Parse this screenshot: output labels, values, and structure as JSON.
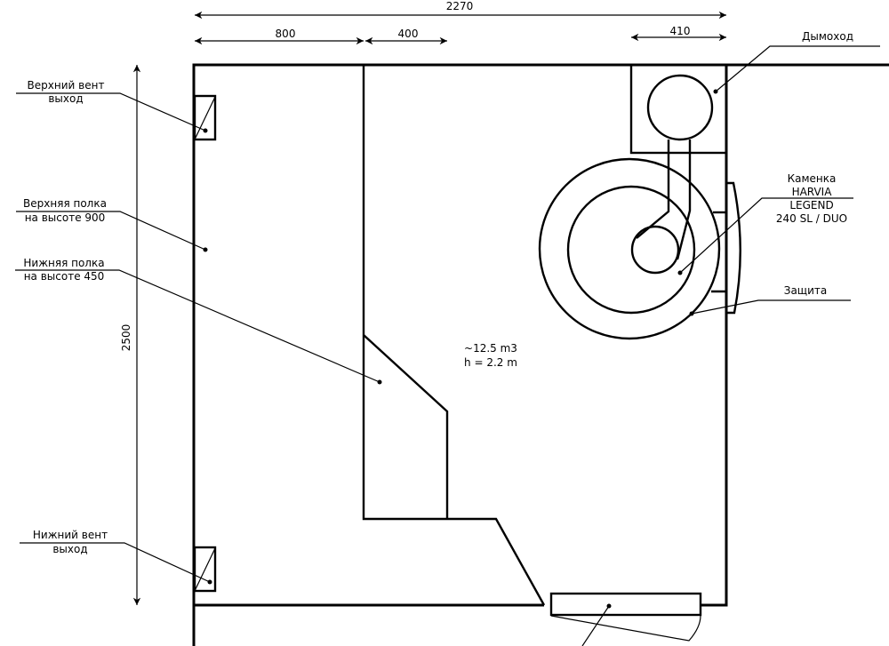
{
  "dimensions": {
    "total_width": "2270",
    "upper_shelf_width": "800",
    "lower_shelf_width": "400",
    "stove_zone_width": "410",
    "room_length": "2500"
  },
  "room": {
    "volume": "~12.5 m3",
    "height": "h = 2.2 m"
  },
  "labels": {
    "upper_vent": [
      "Верхний вент",
      "выход"
    ],
    "upper_shelf": [
      "Верхняя полка",
      "на высоте 900"
    ],
    "lower_shelf": [
      "Нижняя полка",
      "на высоте 450"
    ],
    "lower_vent": [
      "Нижний вент",
      "выход"
    ],
    "chimney": "Дымоход",
    "stove": [
      "Каменка",
      "HARVIA",
      "LEGEND",
      "240 SL / DUO"
    ],
    "protection": "Защита"
  }
}
